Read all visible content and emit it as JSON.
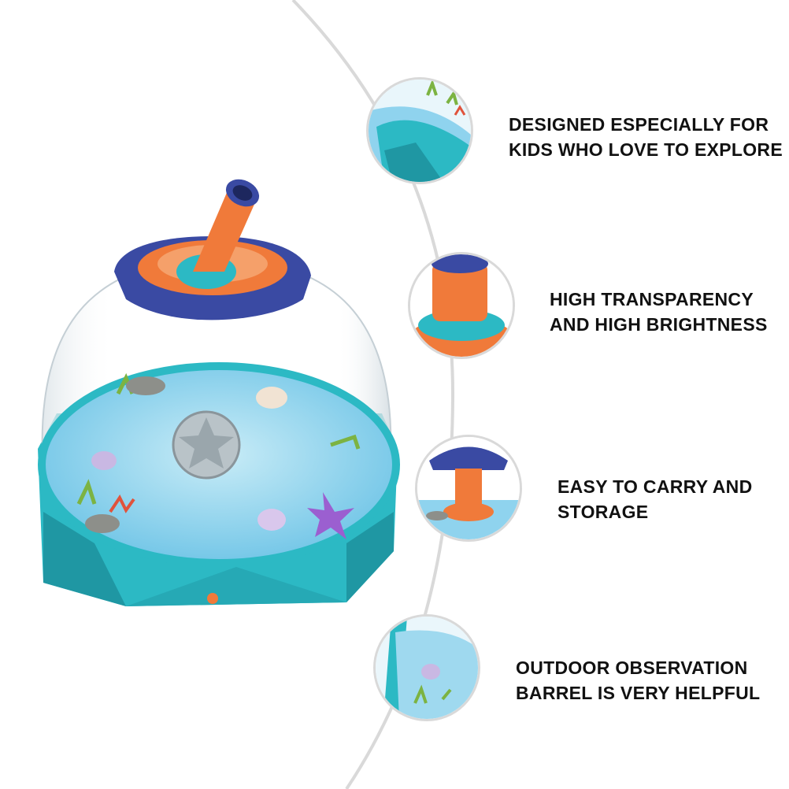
{
  "colors": {
    "teal_base": "#2cb9c4",
    "teal_dark": "#1f97a3",
    "navy_cap": "#3a4aa3",
    "orange": "#f07a3a",
    "water": "#8fd3ee",
    "connector_line": "#d9d9d9",
    "text": "#111111"
  },
  "features": [
    {
      "icon": "dome-base-closeup-icon",
      "lines": [
        "DESIGNED ESPECIALLY FOR",
        "KIDS WHO LOVE TO EXPLORE"
      ]
    },
    {
      "icon": "eyepiece-closeup-icon",
      "lines": [
        "HIGH TRANSPARENCY",
        "AND HIGH BRIGHTNESS"
      ]
    },
    {
      "icon": "handle-closeup-icon",
      "lines": [
        "EASY TO CARRY AND",
        "STORAGE"
      ]
    },
    {
      "icon": "observation-barrel-closeup-icon",
      "lines": [
        "OUTDOOR OBSERVATION",
        "BARREL IS VERY HELPFUL"
      ]
    }
  ]
}
